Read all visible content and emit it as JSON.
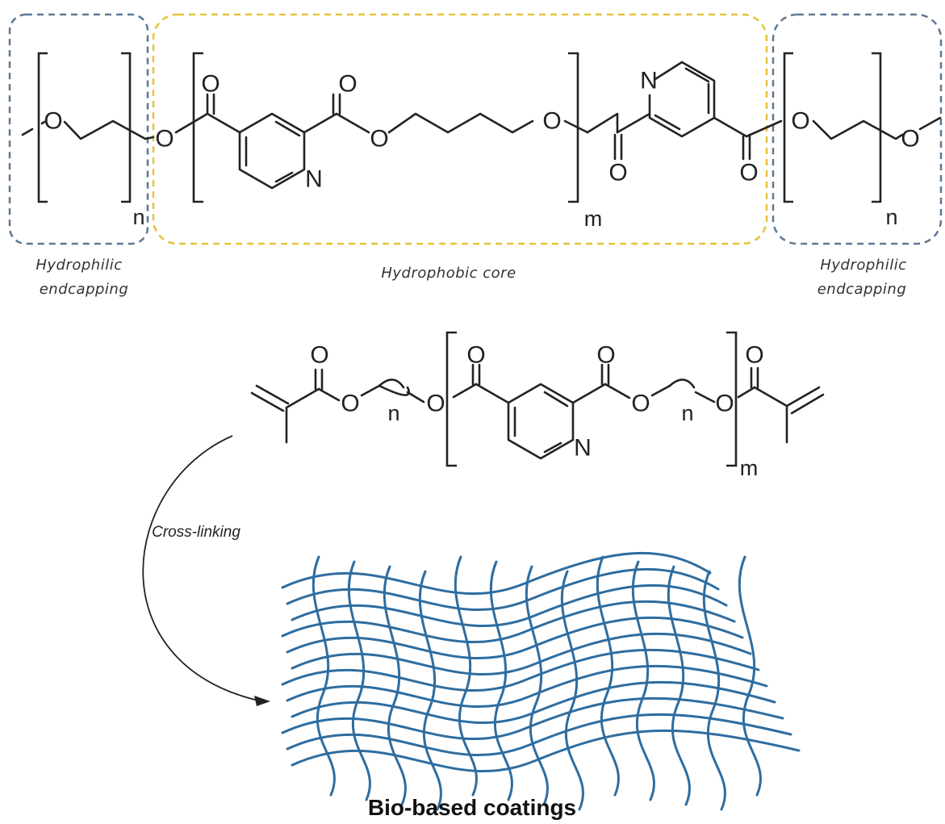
{
  "colors": {
    "hydrophilic_box": "#5f7894",
    "hydrophobic_box": "#e8c238",
    "network": "#2e6da0"
  },
  "polymer": {
    "atoms": {
      "oxygen": "O",
      "nitrogen": "N",
      "sub_n": "n",
      "sub_m": "m"
    },
    "regions": {
      "left_endcap": {
        "label_line1": "Hydrophilic",
        "label_line2": "endcapping"
      },
      "core": {
        "label": "Hydrophobic core"
      },
      "right_endcap": {
        "label_line1": "Hydrophilic",
        "label_line2": "endcapping"
      }
    }
  },
  "process": {
    "arrow_label": "Cross-linking"
  },
  "network": {
    "title": "Bio-based coatings"
  }
}
